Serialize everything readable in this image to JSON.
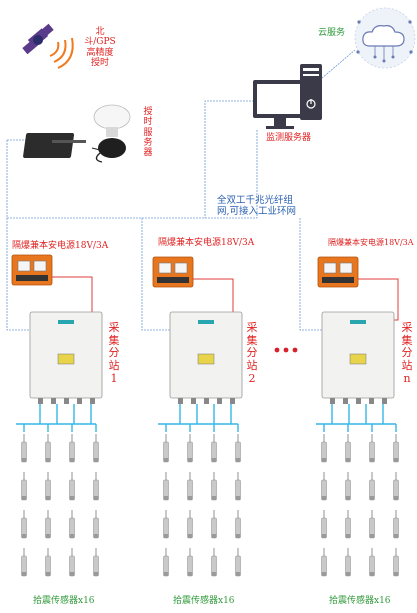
{
  "satellite": {
    "label_lines": [
      "北斗/GPS",
      "高精度",
      "授时"
    ]
  },
  "cloud": {
    "label": "云服务"
  },
  "timing_server": {
    "label": "授时服务器"
  },
  "monitor_server": {
    "label": "监测服务器"
  },
  "network": {
    "label_lines": [
      "全双工千兆光纤组",
      "网,可接入工业环网"
    ]
  },
  "power_label": "隔爆兼本安电源18V/3A",
  "stations": [
    {
      "label": "采集分站1",
      "sensor_label": "拾震传感器x16"
    },
    {
      "label": "采集分站2",
      "sensor_label": "拾震传感器x16"
    },
    {
      "label": "采集分站n",
      "sensor_label": "拾震传感器x16"
    }
  ],
  "colors": {
    "network_line": "#6e9bd6",
    "power_line": "#e23b3b",
    "sensor_line": "#35b6e6",
    "ellipsis": "#d8202a"
  }
}
